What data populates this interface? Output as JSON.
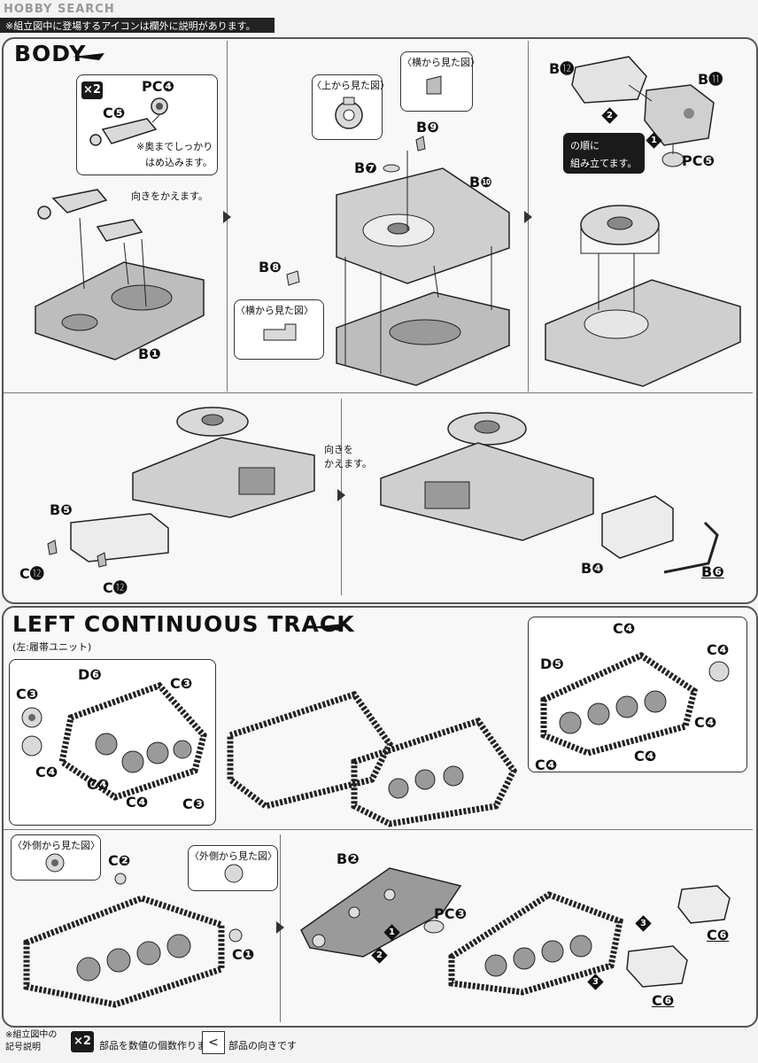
{
  "header": {
    "watermark": "HOBBY SEARCH",
    "notice": "※組立図中に登場するアイコンは欄外に説明があります。"
  },
  "body_section": {
    "title": "BODY",
    "step1": {
      "callout": {
        "qty_badge": "×2",
        "pc_label": "PC❹",
        "c_label": "C❺",
        "note_line1": "※奥までしっかり",
        "note_line2": "はめ込みます。"
      },
      "turn_note": "向きをかえます。",
      "base_label": "B❶"
    },
    "step2": {
      "top_view": "〈上から見た図〉",
      "side_view_a": "〈横から見た図〉",
      "b9": "B❾",
      "b7": "B❼",
      "b10": "B❿",
      "b8": "B❽",
      "side_view_b": "〈横から見た図〉"
    },
    "step3": {
      "b12": "B⓬",
      "b11": "B⓫",
      "pc5": "PC❺",
      "order_note_line1": "の順に",
      "order_note_line2": "組み立てます。",
      "step_numbers": [
        "1",
        "2"
      ]
    },
    "step4": {
      "b5": "B❺",
      "c12_a": "C⓬",
      "c12_b": "C⓬"
    },
    "step5": {
      "turn_note_line1": "向きを",
      "turn_note_line2": "かえます。",
      "b4": "B❹",
      "b6": "B❻"
    }
  },
  "track_section": {
    "title": "LEFT CONTINUOUS TRACK",
    "subtitle": "(左:履帯ユニット)",
    "stepA": {
      "c3_a": "C❸",
      "d6": "D❻",
      "c3_b": "C❸",
      "c4_a": "C❹",
      "c4_b": "C❹",
      "c4_c": "C❹",
      "c3_c": "C❸"
    },
    "stepB": {
      "c4_top": "C❹",
      "d5": "D❺",
      "c4_right": "C❹",
      "c4_mid": "C❹",
      "c4_left": "C❹",
      "c4_bottom": "C❹"
    },
    "stepC": {
      "outer_view_a": "〈外側から見た図〉",
      "c2": "C❷",
      "outer_view_b": "〈外側から見た図〉",
      "c1": "C❶"
    },
    "stepD": {
      "b2": "B❷",
      "pc3": "PC❸",
      "c6_a": "C❻",
      "c6_b": "C❻",
      "step_numbers": [
        "1",
        "2",
        "3",
        "3"
      ]
    }
  },
  "footer": {
    "legend_title_line1": "※組立図中の",
    "legend_title_line2": "記号説明",
    "icon1": "×2",
    "icon1_text": "部品を数値の個数作ります",
    "icon2": "<",
    "icon2_text": "部品の向きです"
  },
  "colors": {
    "ink": "#111111",
    "frame": "#555555",
    "part_fill": "#d9d9d9",
    "part_dark": "#9a9a9a",
    "paper": "#f3f3f3"
  }
}
